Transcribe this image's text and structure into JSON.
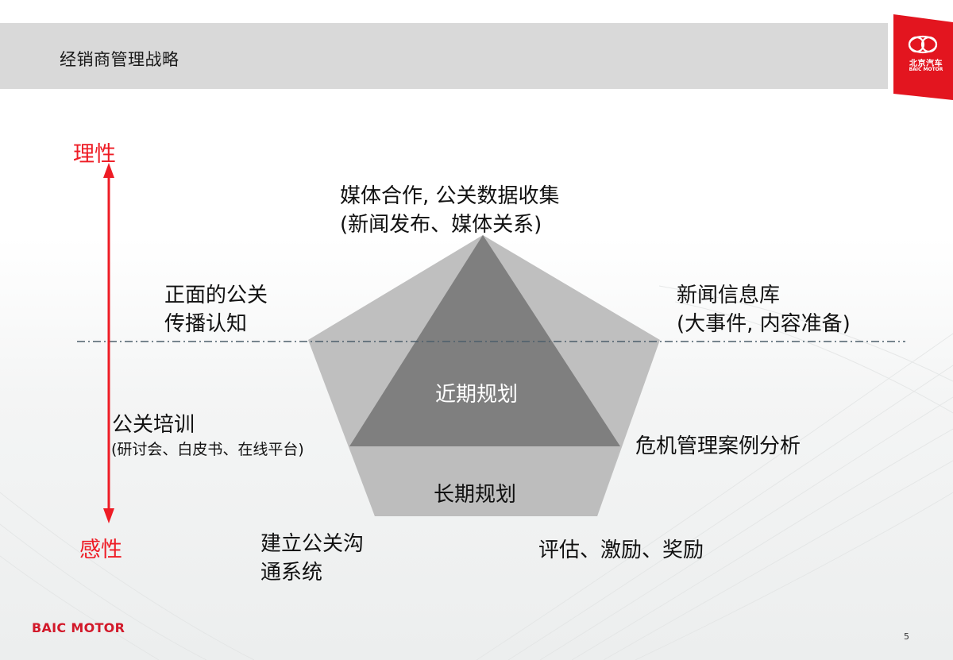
{
  "header": {
    "title": "经销商管理战略"
  },
  "logo": {
    "name_cn": "北京汽车",
    "name_en": "BAIC MOTOR",
    "brand_color": "#e3151f"
  },
  "axis": {
    "top_label": "理性",
    "bottom_label": "感性",
    "color": "#ee1c25"
  },
  "diagram": {
    "top_label_line1": "媒体合作, 公关数据收集",
    "top_label_line2": "(新闻发布、媒体关系)",
    "upper_left_line1": "正面的公关",
    "upper_left_line2": "传播认知",
    "upper_right_line1": "新闻信息库",
    "upper_right_line2": "(大事件, 内容准备)",
    "left_line1": "公关培训",
    "left_line2": "(研讨会、白皮书、在线平台)",
    "right_label": "危机管理案例分析",
    "inner_triangle_label": "近期规划",
    "bottom_band_label": "长期规划",
    "bottom_left_line1": "建立公关沟",
    "bottom_left_line2": "通系统",
    "bottom_right_label": "评估、激励、奖励",
    "colors": {
      "outer_pentagon": "#bfbfbf",
      "inner_triangle": "#7f7f7f",
      "divider_line": "#4d5f6b"
    }
  },
  "footer": {
    "brand": "BAIC MOTOR",
    "page_number": "5"
  }
}
